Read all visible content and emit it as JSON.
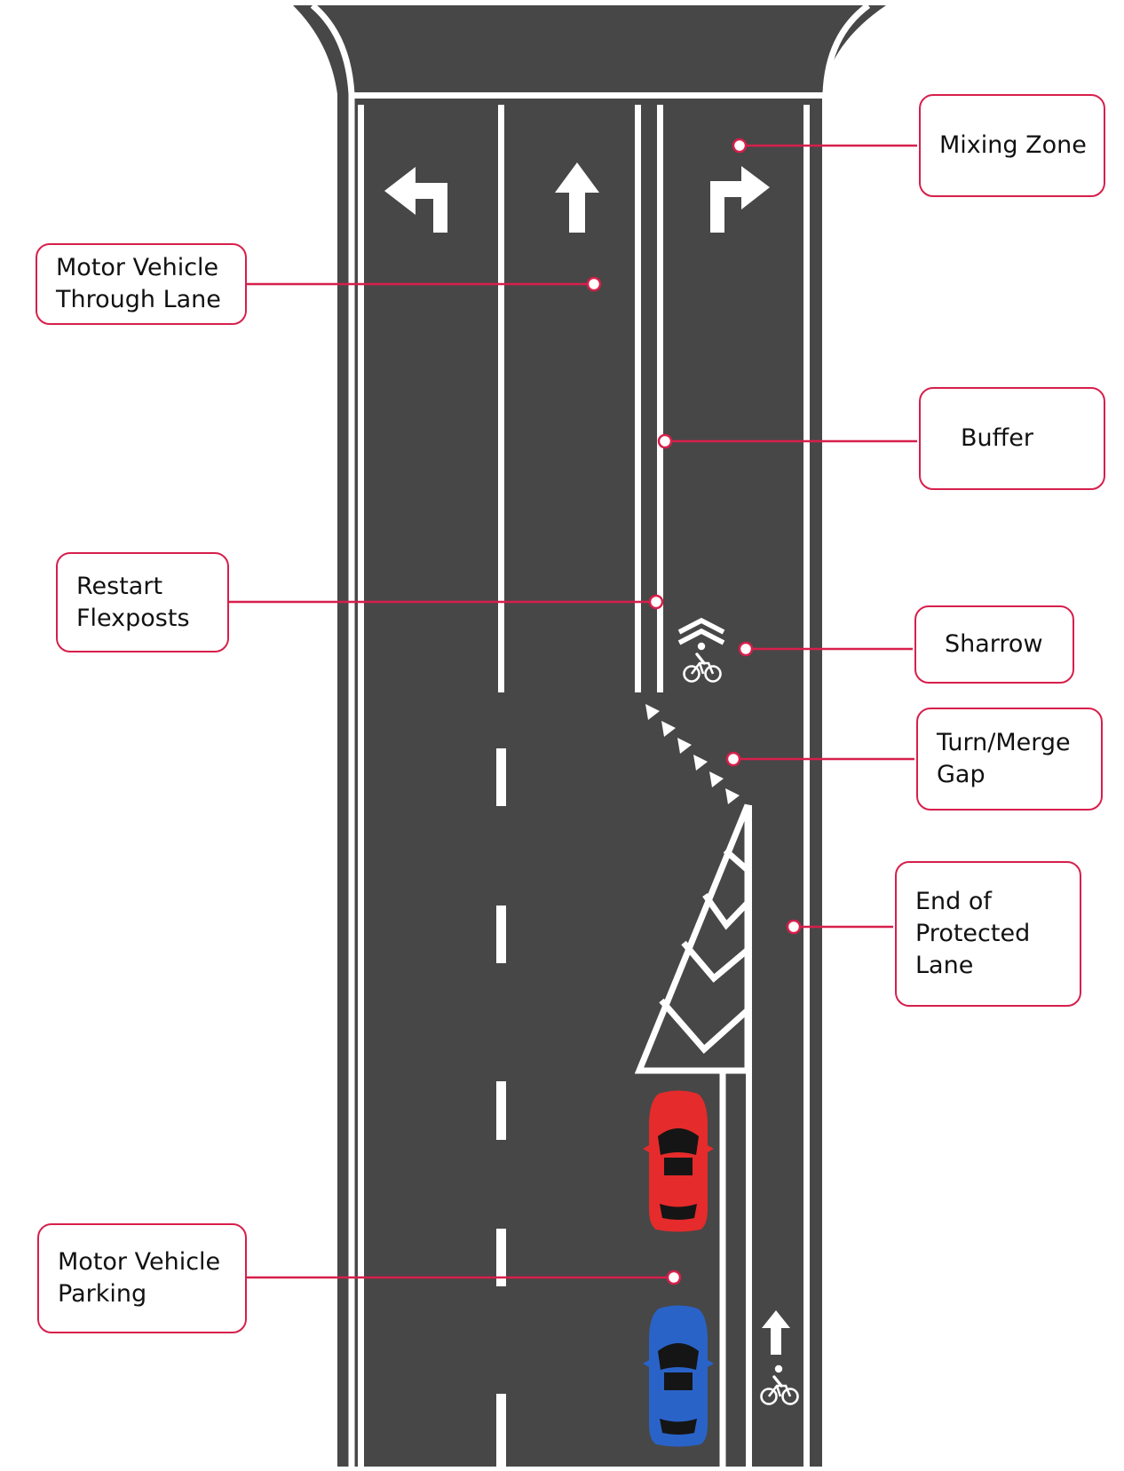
{
  "colors": {
    "asphalt": "#474747",
    "marking": "#ffffff",
    "callout_accent": "#d71f4b",
    "car_red": "#e52b2b",
    "car_blue": "#2a63c8",
    "car_glass": "#151515"
  },
  "icons": {
    "left_turn": "left-turn-arrow-icon",
    "straight": "straight-arrow-icon",
    "right_turn": "right-turn-arrow-icon",
    "sharrow_chevron": "chevron-up-icon",
    "bicycle": "bicycle-icon"
  },
  "callouts": {
    "mixing_zone": {
      "lines": [
        "Mixing Zone"
      ]
    },
    "through_lane": {
      "lines": [
        "Motor Vehicle",
        "Through Lane"
      ]
    },
    "buffer": {
      "lines": [
        "Buffer"
      ]
    },
    "restart_flexposts": {
      "lines": [
        "Restart",
        "Flexposts"
      ]
    },
    "sharrow": {
      "lines": [
        "Sharrow"
      ]
    },
    "turn_merge_gap": {
      "lines": [
        "Turn/Merge",
        "Gap"
      ]
    },
    "end_protected_lane": {
      "lines": [
        "End of",
        "Protected",
        "Lane"
      ]
    },
    "parking": {
      "lines": [
        "Motor Vehicle",
        "Parking"
      ]
    }
  }
}
